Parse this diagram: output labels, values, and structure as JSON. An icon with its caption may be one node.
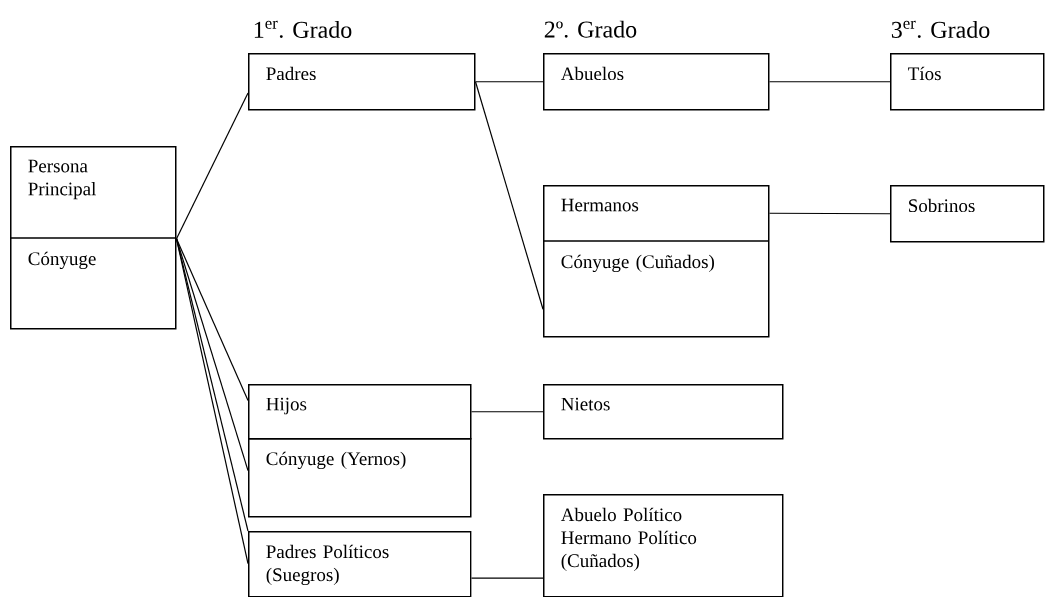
{
  "diagram": {
    "nodes": [
      {
        "text": [
          "Persona Principal",
          "Cónyuge"
        ]
      },
      {
        "text": [
          "Padres"
        ]
      },
      {
        "text": [
          "Abuelos"
        ]
      },
      {
        "text": [
          "Tíos"
        ]
      },
      {
        "text": [
          "Hermanos",
          "Cónyuge (Cuñados)"
        ]
      },
      {
        "text": [
          "Sobrinos"
        ]
      },
      {
        "text": [
          "Hijos"
        ]
      },
      {
        "text": [
          "Cónyuge (Yernos)"
        ]
      },
      {
        "text": [
          "Nietos"
        ]
      },
      {
        "text": [
          "Padres Políticos (Suegros)"
        ]
      },
      {
        "text": [
          "Abuelo Político Hermano Político (Cuñados)"
        ]
      }
    ],
    "edges": [
      {
        "from": 0,
        "to": 1,
        "arrow": "none"
      },
      {
        "from": 0,
        "to": 6,
        "arrow": "none"
      },
      {
        "from": 0,
        "to": 7,
        "arrow": "none"
      },
      {
        "from": 0,
        "to": 9,
        "arrow": "none"
      },
      {
        "from": 0,
        "to": 9,
        "arrow": "none"
      },
      {
        "from": 1,
        "to": 2,
        "arrow": "none"
      },
      {
        "from": 1,
        "to": 4,
        "arrow": "none"
      },
      {
        "from": 2,
        "to": 3,
        "arrow": "none"
      },
      {
        "from": 4,
        "to": 5,
        "arrow": "none"
      },
      {
        "from": 6,
        "to": 8,
        "arrow": "none"
      },
      {
        "from": 9,
        "to": 10,
        "arrow": "none"
      }
    ],
    "labels": [
      "1$^{er}$. Grado",
      "2º. Grado",
      "3$^{er}$. Grado"
    ]
  }
}
